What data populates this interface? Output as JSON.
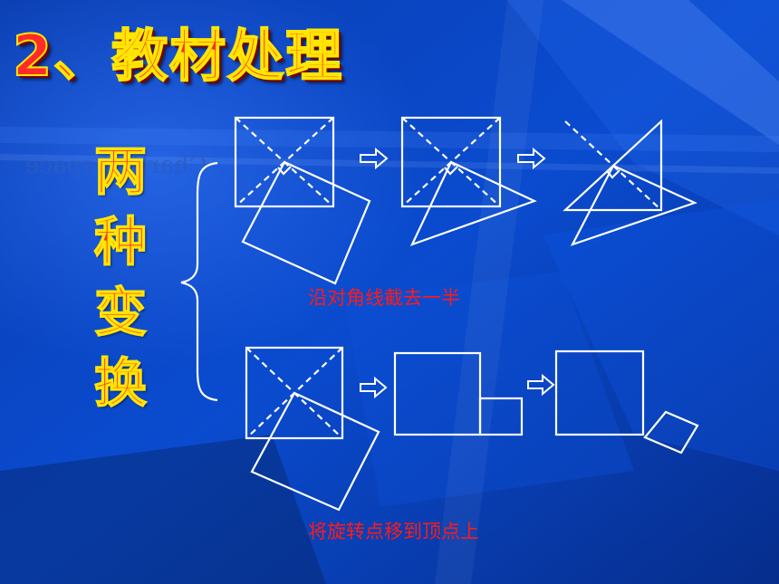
{
  "title": "2、教材处理",
  "side_label": [
    "两",
    "种",
    "变",
    "换"
  ],
  "bg_mirror_text": "Charting space",
  "caption_top": "沿对角线截去一半",
  "caption_bottom": "将旋转点移到顶点上",
  "colors": {
    "background": "#0a3fae",
    "text_red": "#ff2a2a",
    "text_outline": "#ffe600",
    "line": "#ffffff"
  }
}
